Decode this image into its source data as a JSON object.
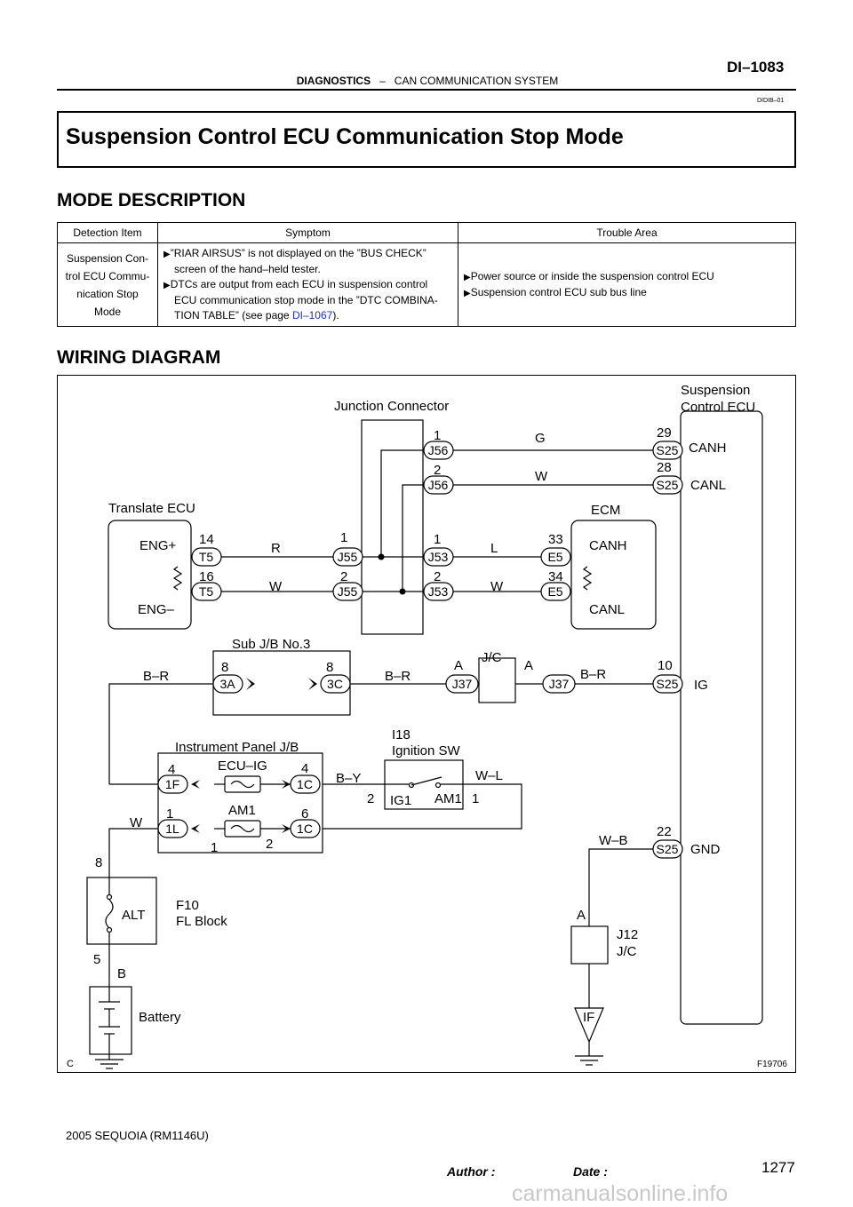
{
  "header": {
    "page_number": "DI–1083",
    "section": "DIAGNOSTICS",
    "separator": "–",
    "subsection": "CAN COMMUNICATION SYSTEM",
    "doc_code": "DIDIB–01"
  },
  "title": "Suspension Control ECU Communication Stop Mode",
  "mode_description": {
    "heading": "MODE DESCRIPTION",
    "columns": [
      "Detection Item",
      "Symptom",
      "Trouble Area"
    ],
    "row": {
      "detection_item": [
        "Suspension Con-",
        "trol ECU Commu-",
        "nication Stop",
        "Mode"
      ],
      "symptom_1": "”RIAR AIRSUS” is not displayed on the ”BUS CHECK” screen of the hand–held tester.",
      "symptom_2": "DTCs are output from each ECU in suspension control ECU communication stop mode in the ”DTC COMBINA-TION TABLE” (see page ",
      "symptom_2_link": "DI–1067",
      "symptom_2_end": ").",
      "trouble_1": "Power source or inside the suspension control ECU",
      "trouble_2": "Suspension control ECU sub bus line"
    }
  },
  "wiring": {
    "heading": "WIRING DIAGRAM",
    "figure_id": "F19706",
    "corner_mark": "C",
    "labels": {
      "junction_connector": "Junction Connector",
      "suspension_ecu_1": "Suspension",
      "suspension_ecu_2": "Control ECU",
      "translate_ecu": "Translate ECU",
      "ecm": "ECM",
      "eng_plus": "ENG+",
      "eng_minus": "ENG–",
      "canh": "CANH",
      "canl": "CANL",
      "ig": "IG",
      "gnd": "GND",
      "sub_jb": "Sub J/B No.3",
      "jc": "J/C",
      "ipjb": "Instrument Panel J/B",
      "ecu_ig": "ECU–IG",
      "am1": "AM1",
      "i18": "I18",
      "ign_sw": "Ignition SW",
      "ig1": "IG1",
      "alt": "ALT",
      "f10": "F10",
      "fl_block": "FL Block",
      "battery": "Battery",
      "j12": "J12",
      "if": "IF"
    },
    "wires": {
      "g": "G",
      "w": "W",
      "r": "R",
      "l": "L",
      "br": "B–R",
      "by": "B–Y",
      "wl": "W–L",
      "wb": "W–B",
      "b": "B"
    },
    "connectors": {
      "j56": "J56",
      "j55": "J55",
      "j53": "J53",
      "s25": "S25",
      "t5": "T5",
      "e5": "E5",
      "c3a": "3A",
      "c3c": "3C",
      "j37": "J37",
      "c1f": "1F",
      "c1c": "1C",
      "c1l": "1L"
    },
    "pins": {
      "p1": "1",
      "p2": "2",
      "p4": "4",
      "p5": "5",
      "p6": "6",
      "p8": "8",
      "p10": "10",
      "p14": "14",
      "p16": "16",
      "p22": "22",
      "p28": "28",
      "p29": "29",
      "p33": "33",
      "p34": "34",
      "pa": "A"
    }
  },
  "footer": {
    "model": "2005 SEQUOIA   (RM1146U)",
    "author": "Author :",
    "date": "Date :",
    "page": "1277",
    "watermark": "carmanualsonline.info"
  }
}
